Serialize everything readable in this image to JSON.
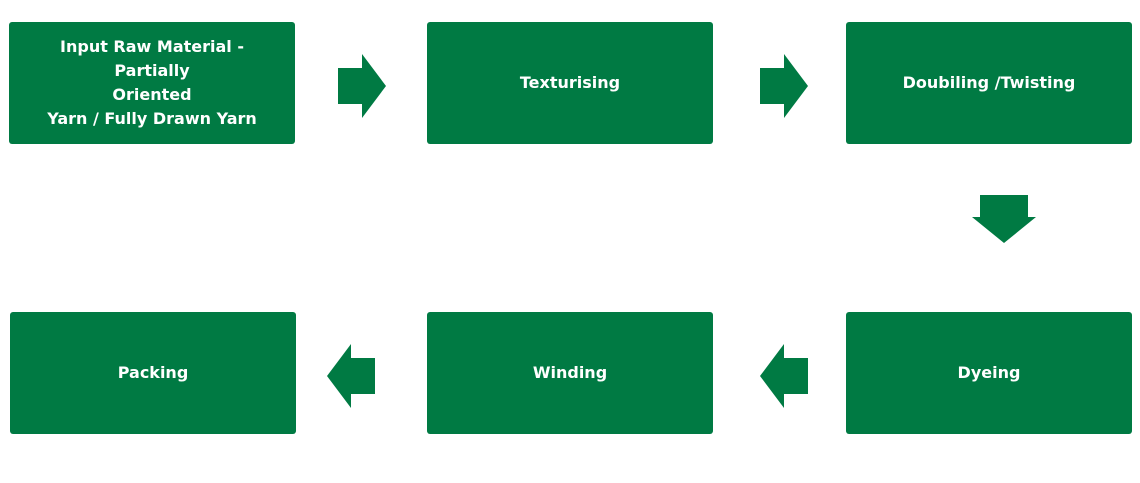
{
  "colors": {
    "box_fill": "#007a43",
    "arrow_fill": "#007a43",
    "text": "#ffffff",
    "background": "#ffffff"
  },
  "steps": [
    {
      "label": "Input Raw Material - Partially\nOriented\nYarn / Fully Drawn Yarn"
    },
    {
      "label": "Texturising"
    },
    {
      "label": "Doubiling /Twisting"
    },
    {
      "label": "Dyeing"
    },
    {
      "label": "Winding"
    },
    {
      "label": "Packing"
    }
  ],
  "arrows": [
    {
      "from": "Input Raw Material",
      "to": "Texturising",
      "direction": "right"
    },
    {
      "from": "Texturising",
      "to": "Doubiling /Twisting",
      "direction": "right"
    },
    {
      "from": "Doubiling /Twisting",
      "to": "Dyeing",
      "direction": "down"
    },
    {
      "from": "Dyeing",
      "to": "Winding",
      "direction": "left"
    },
    {
      "from": "Winding",
      "to": "Packing",
      "direction": "left"
    }
  ]
}
